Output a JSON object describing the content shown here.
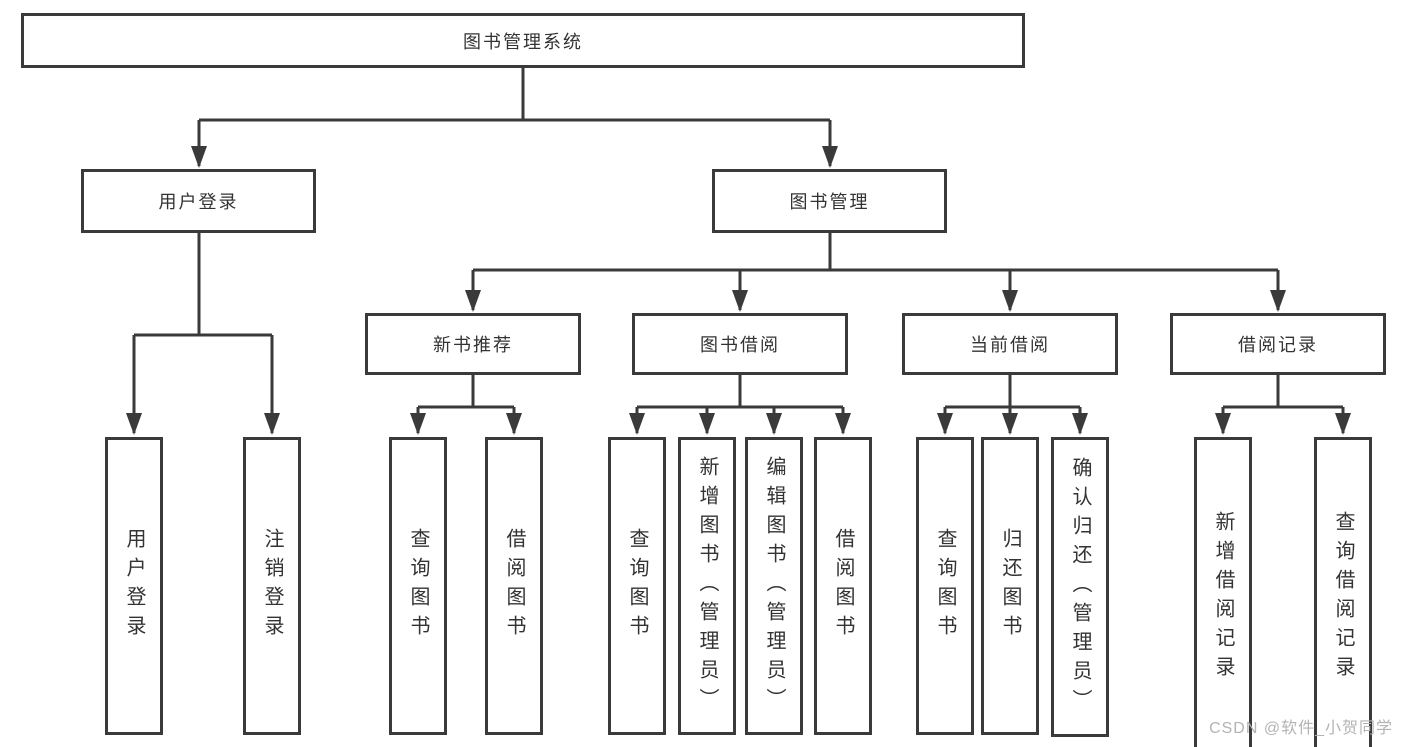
{
  "diagram": {
    "root": {
      "label": "图书管理系统"
    },
    "branches": [
      {
        "label": "用户登录",
        "children": [
          {
            "label": "用户登录"
          },
          {
            "label": "注销登录"
          }
        ]
      },
      {
        "label": "图书管理",
        "children": [
          {
            "label": "新书推荐",
            "children": [
              {
                "label": "查询图书"
              },
              {
                "label": "借阅图书"
              }
            ]
          },
          {
            "label": "图书借阅",
            "children": [
              {
                "label": "查询图书"
              },
              {
                "label": "新增图书（管理员）"
              },
              {
                "label": "编辑图书（管理员）"
              },
              {
                "label": "借阅图书"
              }
            ]
          },
          {
            "label": "当前借阅",
            "children": [
              {
                "label": "查询图书"
              },
              {
                "label": "归还图书"
              },
              {
                "label": "确认归还（管理员）"
              }
            ]
          },
          {
            "label": "借阅记录",
            "children": [
              {
                "label": "新增借阅记录"
              },
              {
                "label": "查询借阅记录"
              }
            ]
          }
        ]
      }
    ]
  },
  "watermark": {
    "text": "CSDN @软件_小贺同学"
  },
  "colors": {
    "line": "#3a3a3a",
    "text": "#333333",
    "watermark": "#b3b3b3",
    "background": "#ffffff"
  }
}
